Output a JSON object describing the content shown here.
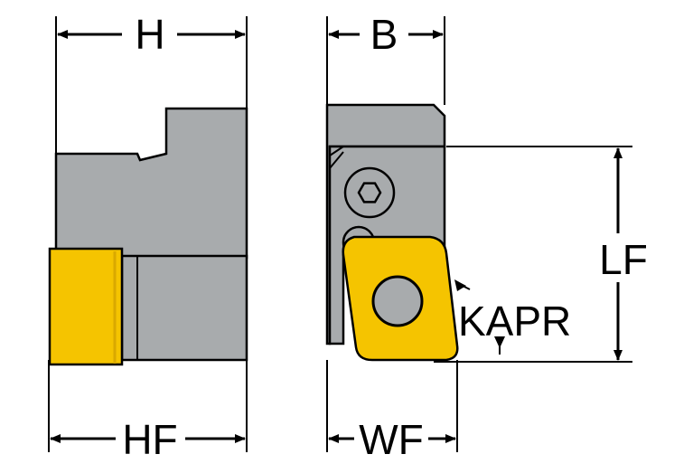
{
  "dimensions": {
    "h": "H",
    "b": "B",
    "lf": "LF",
    "kapr": "KAPR",
    "hf": "HF",
    "wf": "WF"
  },
  "colors": {
    "body_gray": "#a8abad",
    "body_gray_dark": "#8f9294",
    "insert_yellow": "#f5c400",
    "insert_yellow_dark": "#d9a900",
    "line": "#000000",
    "background": "#ffffff"
  }
}
